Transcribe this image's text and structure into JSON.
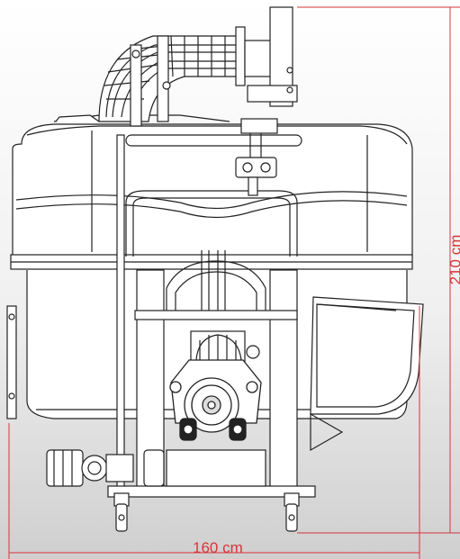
{
  "dimensions": {
    "width_label": "160 cm",
    "height_label": "210 cm"
  },
  "colors": {
    "line": "#222222",
    "dimension": "#d8343a",
    "background_top": "#ffffff",
    "background_bottom": "#cfcfcf"
  },
  "parts": {
    "tank": "tank",
    "frame": "frame",
    "fan_duct": "fan-duct",
    "fan": "fan",
    "pump": "pump",
    "valve": "valve",
    "wheels": "wheels",
    "side_tank": "side-tank",
    "filter": "filter"
  }
}
